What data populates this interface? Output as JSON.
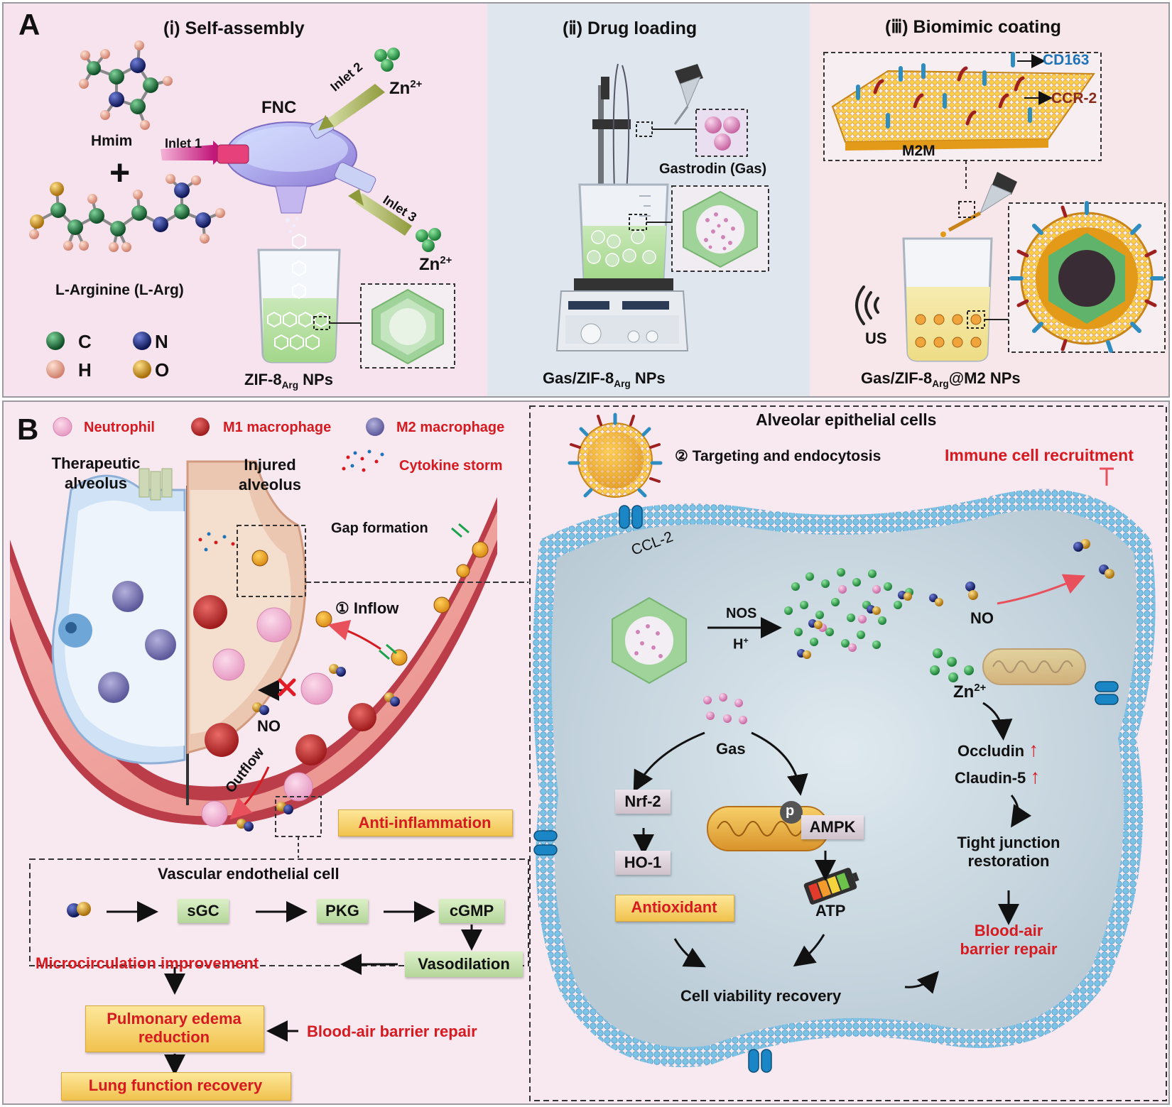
{
  "panel_a": {
    "letter": "A",
    "step1_title": "(ⅰ) Self-assembly",
    "step2_title": "(ⅱ) Drug loading",
    "step3_title": "(ⅲ) Biomimic coating",
    "hmim": "Hmim",
    "plus": "+",
    "l_arg": "L-Arginine (L-Arg)",
    "legend": {
      "c": "C",
      "n": "N",
      "h": "H",
      "o": "O"
    },
    "fnc": "FNC",
    "inlet1": "Inlet 1",
    "inlet2": "Inlet 2",
    "inlet3": "Inlet 3",
    "zn": "Zn",
    "charge": "2+",
    "zif_label_pre": "ZIF-8",
    "zif_sub": "Arg",
    "zif_label_post": " NPs",
    "gastrodin": "Gastrodin (Gas)",
    "gas_zif_pre": "Gas/ZIF-8",
    "gas_zif_post": " NPs",
    "cd163": "CD163",
    "ccr2": "CCR-2",
    "m2m": "M2M",
    "us": "US",
    "gas_zif_m2_post": "@M2 NPs"
  },
  "panel_b": {
    "letter": "B",
    "legend_neutrophil": "Neutrophil",
    "legend_m1": "M1 macrophage",
    "legend_m2": "M2 macrophage",
    "legend_cytokine": "Cytokine storm",
    "therapeutic_1": "Therapeutic",
    "therapeutic_2": "alveolus",
    "injured_1": "Injured",
    "injured_2": "alveolus",
    "gap_formation": "Gap formation",
    "inflow_num": "①",
    "inflow": "Inflow",
    "outflow": "Outflow",
    "no_left": "NO",
    "anti_inflammation": "Anti-inflammation",
    "vascular_title": "Vascular endothelial cell",
    "sgc": "sGC",
    "pkg": "PKG",
    "cgmp": "cGMP",
    "vasodilation": "Vasodilation",
    "microcirculation": "Microcirculation improvement",
    "edema_1": "Pulmonary edema",
    "edema_2": "reduction",
    "blood_air_left": "Blood-air barrier repair",
    "lung_function": "Lung function recovery",
    "alveolar_title": "Alveolar epithelial cells",
    "targeting_num": "②",
    "targeting": "Targeting and endocytosis",
    "immune_recruit": "Immune cell recruitment",
    "ccl2": "CCL-2",
    "nos": "NOS",
    "h_plus": "H",
    "plus_sign": "+",
    "no_right": "NO",
    "zn": "Zn",
    "charge": "2+",
    "gas": "Gas",
    "nrf2": "Nrf-2",
    "ho1": "HO-1",
    "p": "p",
    "ampk": "AMPK",
    "atp": "ATP",
    "antioxidant": "Antioxidant",
    "occludin": "Occludin",
    "claudin": "Claudin-5",
    "up_arrow": "↑",
    "tight_1": "Tight junction",
    "tight_2": "restoration",
    "barrier_1": "Blood-air",
    "barrier_2": "barrier repair",
    "cell_viability": "Cell viability recovery"
  },
  "colors": {
    "title_red": "#d71920",
    "cd163_blue": "#1f74b8",
    "ccr2_brown": "#8a2a1a",
    "panel_a1_bg": "#f6e3ee",
    "panel_a2_bg": "#dfe6ee",
    "panel_a3_bg": "#f7e6ea",
    "panel_b_bg": "#f8e8f0",
    "membrane_blue": "#6cb6de",
    "zn_green": "#2e9d4a"
  }
}
